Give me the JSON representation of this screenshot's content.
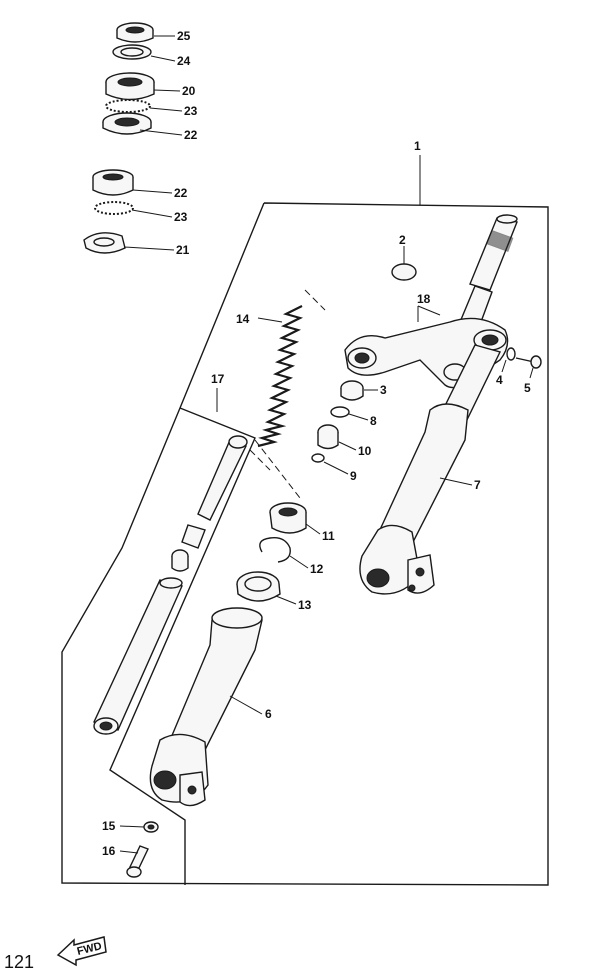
{
  "callouts": {
    "p1": "1",
    "p2": "2",
    "p3": "3",
    "p4": "4",
    "p5": "5",
    "p6": "6",
    "p7": "7",
    "p8": "8",
    "p9": "9",
    "p10": "10",
    "p11": "11",
    "p12": "12",
    "p13": "13",
    "p14": "14",
    "p15": "15",
    "p16": "16",
    "p17": "17",
    "p18": "18",
    "p20": "20",
    "p21": "21",
    "p22a": "22",
    "p22b": "22",
    "p23a": "23",
    "p23b": "23",
    "p24": "24",
    "p25": "25"
  },
  "direction_arrow": {
    "label": "FWD",
    "icon": "fwd-arrow-icon"
  },
  "page_number": "121"
}
